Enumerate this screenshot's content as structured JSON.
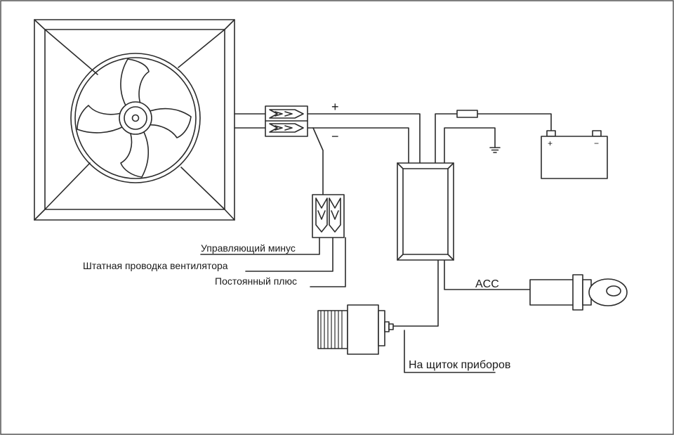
{
  "labels": {
    "control_minus": "Управляющий минус",
    "stock_fan_wiring": "Штатная проводка вентилятора",
    "constant_plus": "Постоянный плюс",
    "acc": "ACC",
    "to_instrument_panel": "На щиток приборов"
  },
  "signs": {
    "plus": "+",
    "minus": "−"
  },
  "colors": {
    "line": "#2b2b2b",
    "background": "#ffffff",
    "frame": "#555555"
  }
}
